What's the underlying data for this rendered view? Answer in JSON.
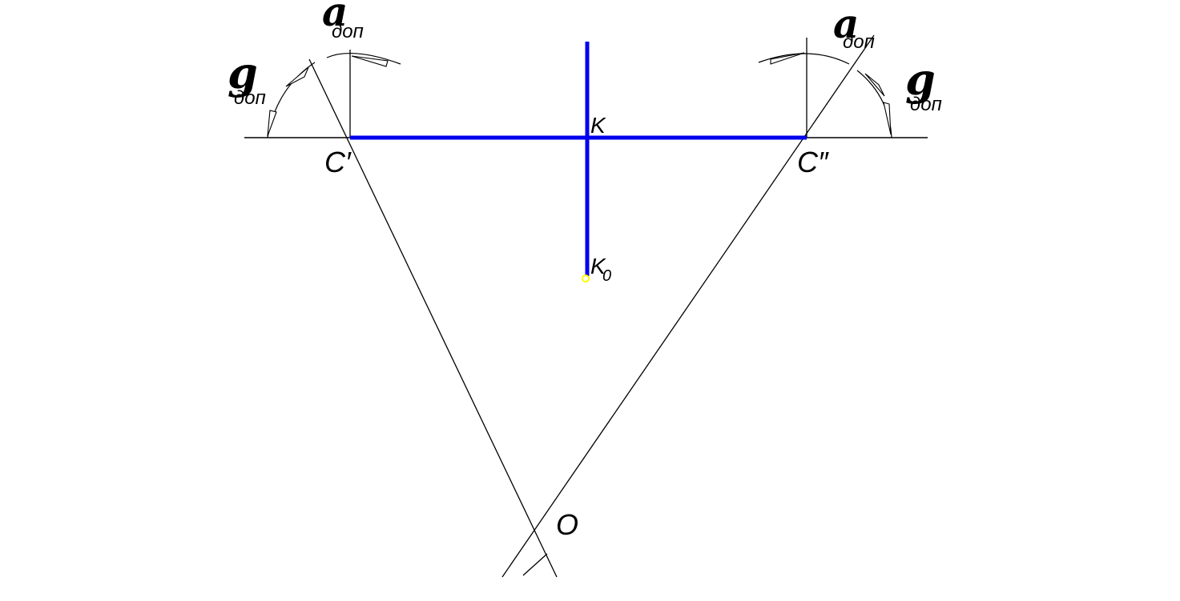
{
  "diagram": {
    "points": {
      "c_prime": "C′",
      "c_double_prime": "C″",
      "k": "K",
      "k0_base": "K",
      "k0_sub": "0",
      "o": "O"
    },
    "angles": {
      "alpha_symbol": "a",
      "gamma_symbol": "g",
      "subscript": "доп"
    },
    "colors": {
      "blue_line": "#0000ee",
      "black_line": "#000000",
      "point_marker": "#ffff00"
    }
  }
}
